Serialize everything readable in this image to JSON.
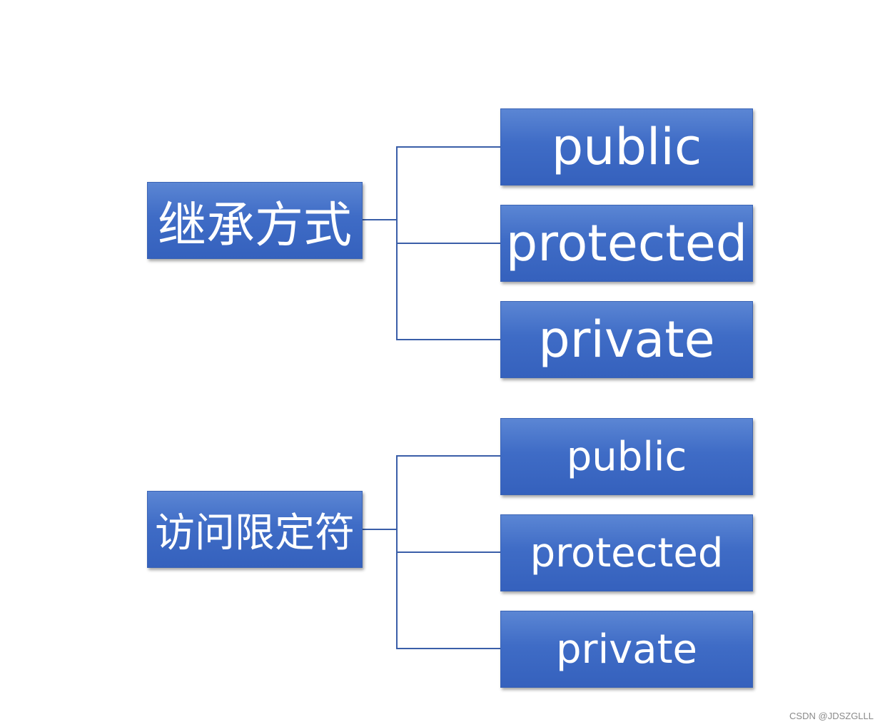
{
  "groups": [
    {
      "root": "继承方式",
      "children": [
        "public",
        "protected",
        "private"
      ]
    },
    {
      "root": "访问限定符",
      "children": [
        "public",
        "protected",
        "private"
      ]
    }
  ],
  "watermark": "CSDN @JDSZGLLL",
  "colors": {
    "box_fill": "#4472c4",
    "box_text": "#ffffff",
    "connector": "#3a5ea8",
    "background": "#ffffff"
  }
}
